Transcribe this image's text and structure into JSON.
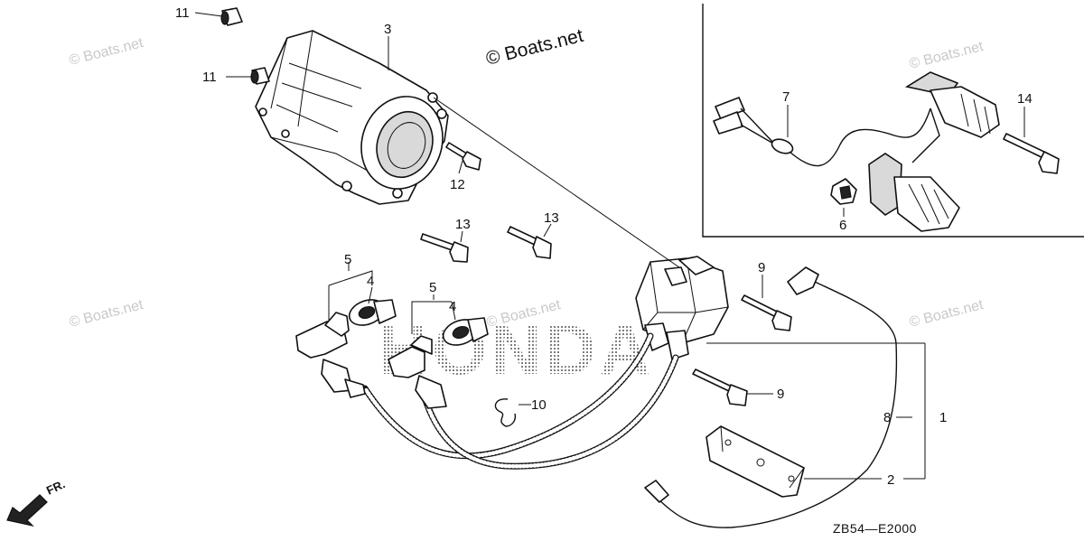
{
  "watermarks": {
    "primary": "© Boats.net",
    "faint": "© Boats.net"
  },
  "brand_background": "HONDA",
  "diagram_code": "ZB54—E2000",
  "front_indicator": "FR.",
  "callouts": {
    "c1": "1",
    "c2": "2",
    "c3": "3",
    "c4a": "4",
    "c4b": "4",
    "c5a": "5",
    "c5b": "5",
    "c6": "6",
    "c7": "7",
    "c8": "8",
    "c9a": "9",
    "c9b": "9",
    "c10": "10",
    "c11a": "11",
    "c11b": "11",
    "c12": "12",
    "c13a": "13",
    "c13b": "13",
    "c14": "14"
  }
}
